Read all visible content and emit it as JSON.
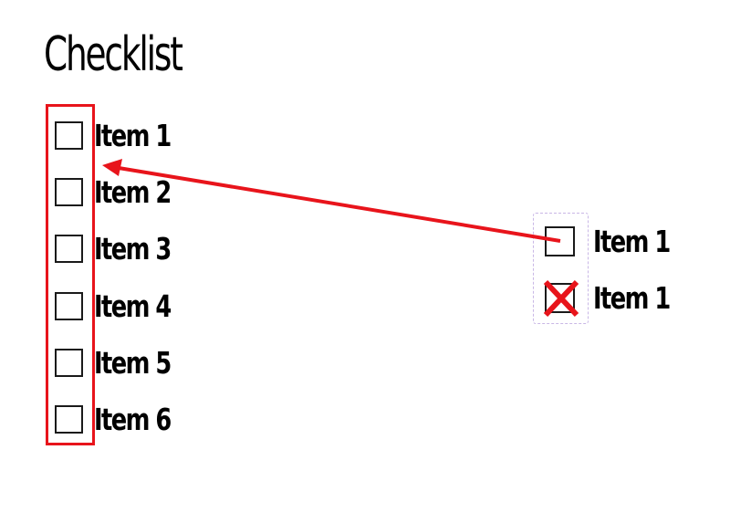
{
  "title": "Checklist",
  "checklist": {
    "items": [
      {
        "label": "Item 1",
        "checked": false
      },
      {
        "label": "Item 2",
        "checked": false
      },
      {
        "label": "Item 3",
        "checked": false
      },
      {
        "label": "Item 4",
        "checked": false
      },
      {
        "label": "Item 5",
        "checked": false
      },
      {
        "label": "Item 6",
        "checked": false
      }
    ]
  },
  "legend": {
    "unchecked_label": "Item 1",
    "checked_label": "Item 1"
  },
  "colors": {
    "highlight": "#e8141b",
    "arrow": "#e8141b",
    "cross": "#e8141b",
    "legend_border": "#c9b7e6",
    "text": "#000000"
  },
  "icons": {
    "unchecked": "checkbox-empty-icon",
    "checked": "checkbox-crossed-icon",
    "arrow": "arrow-left-icon"
  }
}
